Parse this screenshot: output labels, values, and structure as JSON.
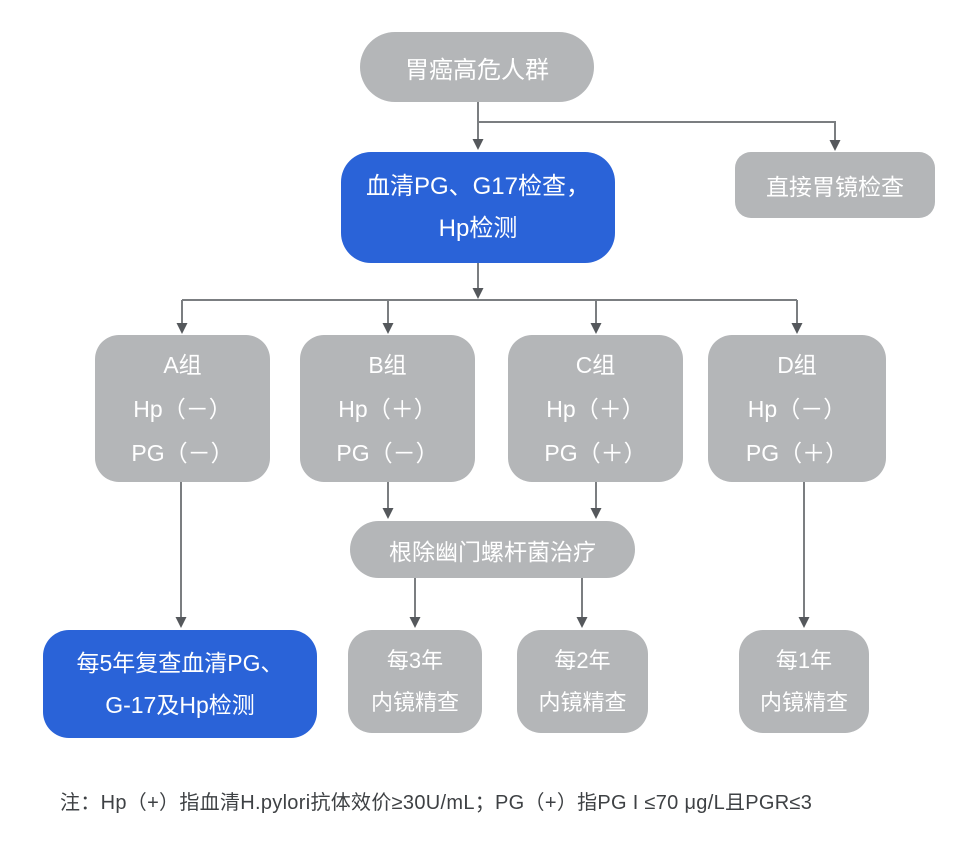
{
  "colors": {
    "background": "#ffffff",
    "node_gray": "#b4b6b8",
    "node_blue": "#2a63d8",
    "connector_line": "#7b7e81",
    "arrowhead": "#55585c",
    "node_text": "#ffffff",
    "note_text": "#3e4144"
  },
  "flowchart": {
    "top": {
      "label": "胃癌高危人群"
    },
    "serum": {
      "lines": [
        "血清PG、G17检查，",
        "Hp检测"
      ]
    },
    "direct": {
      "label": "直接胃镜检查"
    },
    "groups": {
      "a": {
        "lines": [
          "A组",
          "Hp（－）",
          "PG（－）"
        ]
      },
      "b": {
        "lines": [
          "B组",
          "Hp（＋）",
          "PG（－）"
        ]
      },
      "c": {
        "lines": [
          "C组",
          "Hp（＋）",
          "PG（＋）"
        ]
      },
      "d": {
        "lines": [
          "D组",
          "Hp（－）",
          "PG（＋）"
        ]
      }
    },
    "eradication": {
      "label": "根除幽门螺杆菌治疗"
    },
    "review": {
      "lines": [
        "每5年复查血清PG、",
        "G-17及Hp检测"
      ]
    },
    "endo3": {
      "lines": [
        "每3年",
        "内镜精查"
      ]
    },
    "endo2": {
      "lines": [
        "每2年",
        "内镜精查"
      ]
    },
    "endo1": {
      "lines": [
        "每1年",
        "内镜精查"
      ]
    },
    "note": "注：Hp（+）指血清H.pylori抗体效价≥30U/mL；PG（+）指PG I ≤70 μg/L且PGR≤3"
  }
}
